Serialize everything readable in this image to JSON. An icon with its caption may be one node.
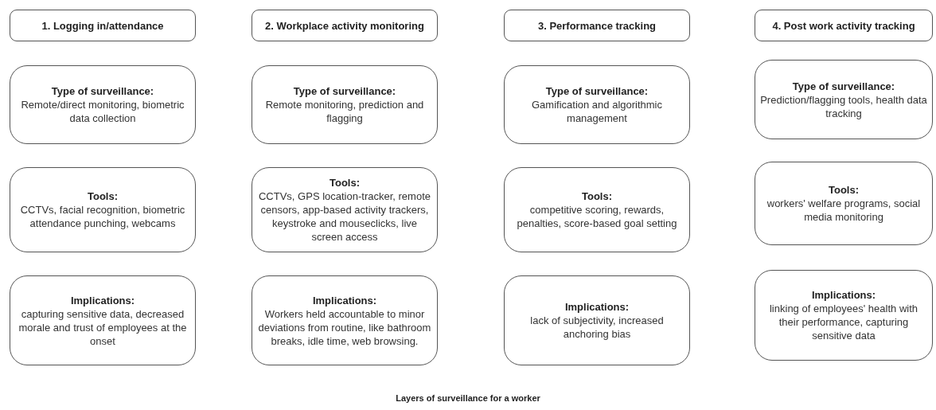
{
  "diagram": {
    "caption": "Layers of surveillance for a worker",
    "nodes": [
      {
        "text": [
          "1. Logging in/attendance"
        ]
      },
      {
        "text": [
          "Type of surveillance:",
          "Remote/direct monitoring, biometric data collection"
        ]
      },
      {
        "text": [
          "Tools:",
          "CCTVs, facial recognition, biometric attendance punching, webcams"
        ]
      },
      {
        "text": [
          "Implications:",
          "capturing sensitive data, decreased morale and trust of employees at the onset"
        ]
      },
      {
        "text": [
          "2. Workplace activity monitoring"
        ]
      },
      {
        "text": [
          "Type of surveillance:",
          "Remote monitoring, prediction and flagging"
        ]
      },
      {
        "text": [
          "Tools:",
          "CCTVs, GPS location-tracker, remote censors, app-based activity trackers, keystroke and mouseclicks, live screen access"
        ]
      },
      {
        "text": [
          "Implications:",
          "Workers held accountable to minor deviations from routine, like bathroom breaks, idle time, web browsing."
        ]
      },
      {
        "text": [
          "3. Performance tracking"
        ]
      },
      {
        "text": [
          "Type of surveillance:",
          "Gamification and algorithmic management"
        ]
      },
      {
        "text": [
          "Tools:",
          "competitive scoring, rewards, penalties, score-based goal setting"
        ]
      },
      {
        "text": [
          "Implications:",
          "lack of subjectivity, increased anchoring bias"
        ]
      },
      {
        "text": [
          "4. Post work activity tracking"
        ]
      },
      {
        "text": [
          "Type of surveillance:",
          "Prediction/flagging tools, health data tracking"
        ]
      },
      {
        "text": [
          "Tools:",
          "workers' welfare programs, social media monitoring"
        ]
      },
      {
        "text": [
          "Implications:",
          "linking of employees' health with their performance, capturing sensitive data"
        ]
      }
    ]
  }
}
